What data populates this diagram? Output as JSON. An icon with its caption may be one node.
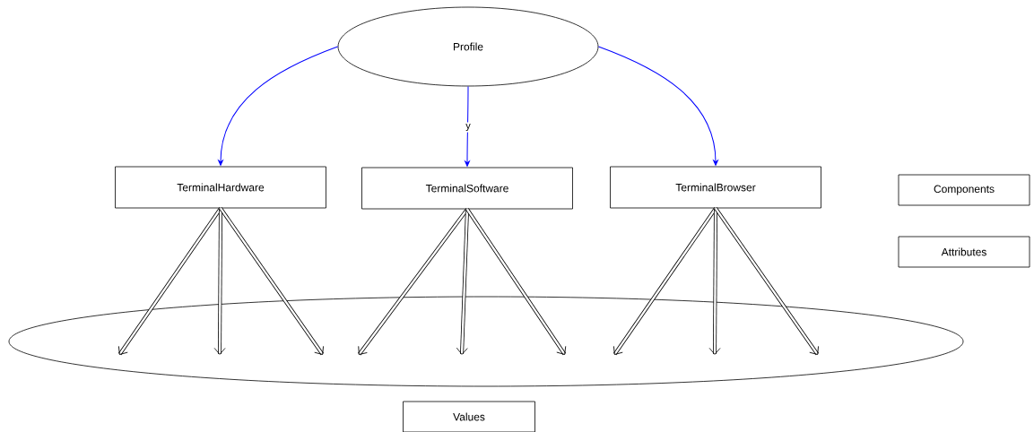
{
  "diagram": {
    "nodes": [
      {
        "text": [
          "Profile"
        ]
      },
      {
        "text": [
          "TerminalHardware"
        ]
      },
      {
        "text": [
          "TerminalSoftware"
        ]
      },
      {
        "text": [
          "TerminalBrowser"
        ]
      },
      {
        "text": [
          "Components"
        ]
      },
      {
        "text": [
          "Attributes"
        ]
      },
      {
        "text": [],
        "shape": "ellipse"
      },
      {
        "text": [
          "Values"
        ]
      }
    ],
    "edges": [
      {
        "from": 0,
        "to": 1,
        "arrow": "to",
        "color": "#0000ff"
      },
      {
        "from": 0,
        "to": 2,
        "arrow": "to",
        "color": "#0000ff",
        "label": "y"
      },
      {
        "from": 0,
        "to": 3,
        "arrow": "to",
        "color": "#0000ff"
      },
      {
        "from": 1,
        "to": 6,
        "arrow": "to"
      },
      {
        "from": 1,
        "to": 6,
        "arrow": "to"
      },
      {
        "from": 1,
        "to": 6,
        "arrow": "to"
      },
      {
        "from": 2,
        "to": 6,
        "arrow": "to"
      },
      {
        "from": 2,
        "to": 6,
        "arrow": "to"
      },
      {
        "from": 2,
        "to": 6,
        "arrow": "to"
      },
      {
        "from": 3,
        "to": 6,
        "arrow": "to"
      },
      {
        "from": 3,
        "to": 6,
        "arrow": "to"
      },
      {
        "from": 3,
        "to": 6,
        "arrow": "to"
      }
    ]
  }
}
